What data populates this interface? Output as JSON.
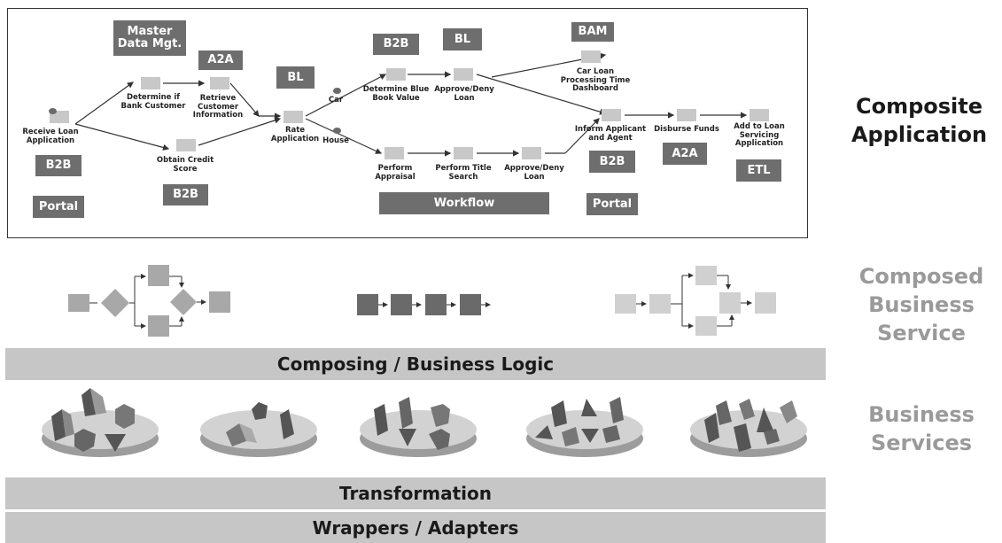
{
  "composite": {
    "tags": {
      "master": "Master\nData Mgt.",
      "a2a_top": "A2A",
      "bl_mid": "BL",
      "b2b_top": "B2B",
      "bl_top": "BL",
      "bam": "BAM",
      "b2b_left": "B2B",
      "portal_left": "Portal",
      "b2b_credit": "B2B",
      "workflow": "Workflow",
      "b2b_right": "B2B",
      "a2a_right": "A2A",
      "etl": "ETL",
      "portal_right": "Portal"
    },
    "nodes": {
      "receive": "Receive Loan\nApplication",
      "determine_bank": "Determine if\nBank Customer",
      "retrieve": "Retrieve\nCustomer\nInformation",
      "credit": "Obtain Credit\nScore",
      "rate": "Rate\nApplication",
      "car": "Car",
      "house": "House",
      "blue_book": "Determine Blue\nBook Value",
      "approve_top": "Approve/Deny\nLoan",
      "dashboard": "Car Loan\nProcessing Time\nDashboard",
      "appraisal": "Perform\nAppraisal",
      "title_search": "Perform Title\nSearch",
      "approve_bottom": "Approve/Deny\nLoan",
      "inform": "Inform Applicant\nand Agent",
      "disburse": "Disburse Funds",
      "servicing": "Add to Loan\nServicing\nApplication"
    }
  },
  "side_labels": {
    "composite": "Composite\nApplication",
    "composed": "Composed\nBusiness\nService",
    "services": "Business\nServices"
  },
  "bands": {
    "composing": "Composing / Business Logic",
    "transformation": "Transformation",
    "wrappers": "Wrappers / Adapters"
  },
  "colors": {
    "tag": "#6e6e6e",
    "node": "#c8c8c8",
    "band": "#c6c6c6",
    "side_dark": "#1a1a1a",
    "side_light": "#9a9a9a"
  }
}
